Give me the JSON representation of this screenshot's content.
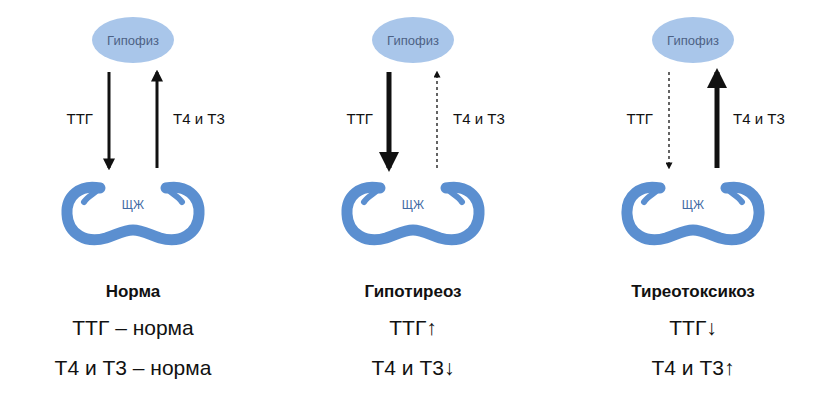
{
  "diagram": {
    "nodes": [
      {
        "text": [
          "Гипофиз"
        ]
      },
      {
        "text": [
          "ЩЖ"
        ]
      },
      {
        "text": [
          "Гипофиз"
        ]
      },
      {
        "text": [
          "ЩЖ"
        ]
      },
      {
        "text": [
          "Гипофиз"
        ]
      },
      {
        "text": [
          "ЩЖ"
        ]
      }
    ],
    "edges": [
      {
        "from": 0,
        "to": 1,
        "label": "ТТГ",
        "arrow": "to"
      },
      {
        "from": 1,
        "to": 0,
        "label": "Т4 и Т3",
        "arrow": "to"
      },
      {
        "from": 2,
        "to": 3,
        "label": "ТТГ",
        "arrow": "to"
      },
      {
        "from": 3,
        "to": 2,
        "label": "Т4 и Т3",
        "arrow": "to"
      },
      {
        "from": 4,
        "to": 5,
        "label": "ТТГ",
        "arrow": "to"
      },
      {
        "from": 5,
        "to": 4,
        "label": "Т4 и Т3",
        "arrow": "to"
      }
    ],
    "labels": [
      "Норма",
      "ТТГ – норма",
      "Т4 и Т3 – норма",
      "Гипотиреоз",
      "ТТГ↑",
      "Т4 и Т3↓",
      "Тиреотоксикоз",
      "ТТГ↓",
      "Т4 и Т3↑"
    ]
  }
}
